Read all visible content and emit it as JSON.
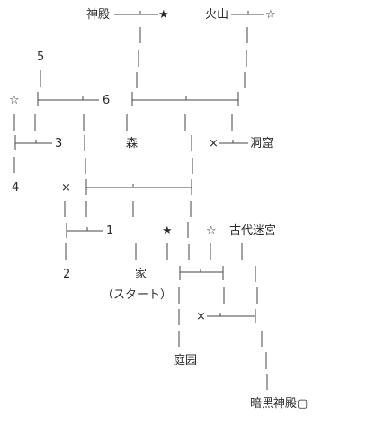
{
  "nodes": {
    "shrine": "神殿",
    "volcano": "火山",
    "forest": "森",
    "cave": "洞窟",
    "home": "家",
    "home_sub": "（スタート）",
    "ancient_maze": "古代迷宮",
    "garden": "庭园",
    "dark_shrine": "暗黑神殿▢"
  },
  "numbers": {
    "n1": "1",
    "n2": "2",
    "n3": "3",
    "n4": "4",
    "n5": "5",
    "n6": "6"
  },
  "symbols": {
    "star_filled": "★",
    "star_outline": "☆",
    "cross": "×"
  }
}
